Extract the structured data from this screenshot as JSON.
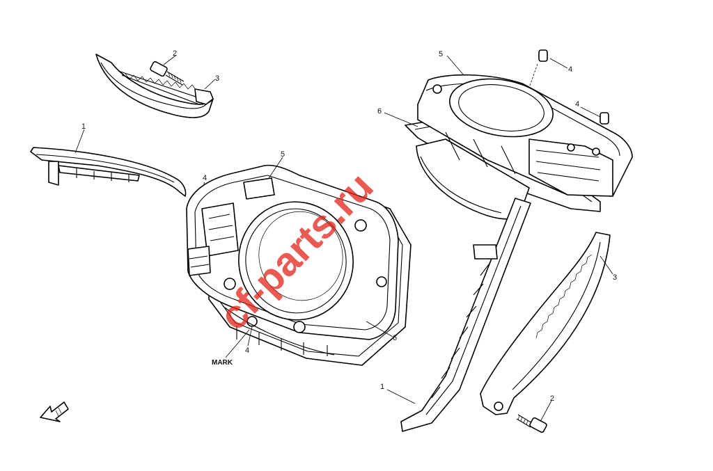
{
  "watermark": "cf-parts.ru",
  "mark_label": "MARK",
  "callouts": {
    "top_left_guide_2": "2",
    "top_left_guide_3": "3",
    "left_guide_1": "1",
    "left_pin_4": "4",
    "front_cylinder_5": "5",
    "front_gasket_6": "6",
    "front_pin_4": "4",
    "rear_cylinder_5": "5",
    "rear_pin_4_top": "4",
    "rear_pin_4_mid": "4",
    "rear_gasket_6": "6",
    "right_guide_3": "3",
    "right_guide_1": "1",
    "right_bolt_2": "2"
  },
  "colors": {
    "watermark": "#e2231a",
    "line": "#000000",
    "background": "#ffffff"
  },
  "icons": {
    "front_arrow": "front-direction-arrow-icon"
  }
}
